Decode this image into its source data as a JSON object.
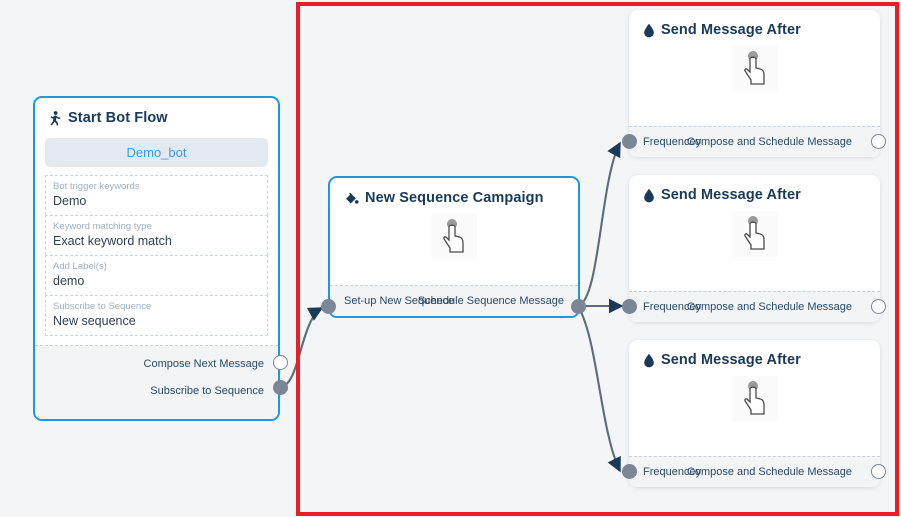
{
  "canvas": {
    "background_color": "#f4f5f7",
    "selection_color": "#ec1c24",
    "accent_color": "#1b97e8",
    "title_color": "#1b3a57",
    "dot_color": "#7b8794"
  },
  "nodes": {
    "start_bot_flow": {
      "title": "Start Bot Flow",
      "icon": "walking-person-icon",
      "bot_pill": "Demo_bot",
      "fields": [
        {
          "label": "Bot trigger keywords",
          "value": "Demo"
        },
        {
          "label": "Keyword matching type",
          "value": "Exact keyword match"
        },
        {
          "label": "Add Label(s)",
          "value": "demo"
        },
        {
          "label": "Subscribe to Sequence",
          "value": "New sequence"
        }
      ],
      "ports": [
        {
          "label": "Compose Next Message",
          "style": "hollow"
        },
        {
          "label": "Subscribe to Sequence",
          "style": "filled"
        }
      ]
    },
    "new_sequence_campaign": {
      "title": "New Sequence Campaign",
      "icon": "paint-bucket-icon",
      "cursor": "pointing-hand-cursor",
      "ports_in": [
        {
          "label": "Set-up New Sequence",
          "style": "filled"
        }
      ],
      "ports_out": [
        {
          "label": "Schedule Sequence Message",
          "style": "filled"
        }
      ]
    },
    "send_message_after": [
      {
        "title": "Send Message After",
        "icon": "droplet-icon",
        "cursor": "pointing-hand-cursor",
        "port_in": {
          "label": "Frequencey",
          "style": "filled"
        },
        "port_out": {
          "label": "Compose and Schedule Message",
          "style": "hollow"
        }
      },
      {
        "title": "Send Message After",
        "icon": "droplet-icon",
        "cursor": "pointing-hand-cursor",
        "port_in": {
          "label": "Frequencey",
          "style": "filled"
        },
        "port_out": {
          "label": "Compose and Schedule Message",
          "style": "hollow"
        }
      },
      {
        "title": "Send Message After",
        "icon": "droplet-icon",
        "cursor": "pointing-hand-cursor",
        "port_in": {
          "label": "Frequencey",
          "style": "filled"
        },
        "port_out": {
          "label": "Compose and Schedule Message",
          "style": "hollow"
        }
      }
    ]
  }
}
